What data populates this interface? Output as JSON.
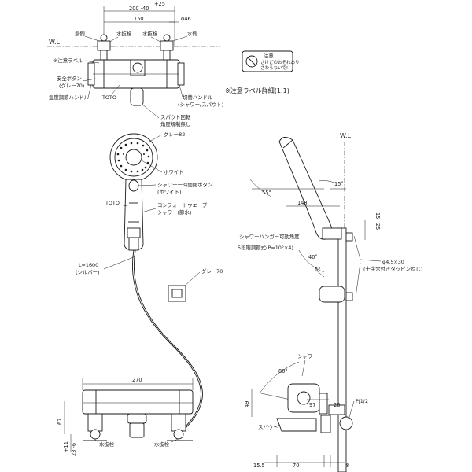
{
  "top_view": {
    "dim_offset": "+25",
    "dim_range": "200 -40",
    "dim_150": "150",
    "dim_phi46": "φ46",
    "wl": "W.L",
    "hot_side": "湯側",
    "water_stop_1": "水抜栓",
    "water_stop_2": "水抜栓",
    "water_side": "水側",
    "caution_label": "※注意ラベル",
    "safety_button": "安全ボタン",
    "gray70": "(グレー70)",
    "temp_handle": "温度調節ハンドル",
    "toto": "TOTO",
    "switch_handle": "切替ハンドル",
    "switch_sub": "(シャワー/スパウト)",
    "spout_rotate": "スパウト回転",
    "angle_limit": "角度規制無し"
  },
  "label_detail": {
    "head": "注意",
    "line1": "さけどのおそれあり",
    "line2": "さわらないで!",
    "caption": "※注意ラベル詳細(1:1)"
  },
  "shower_view": {
    "gray82": "グレー82",
    "white": "ホワイト",
    "stop_button": "シャワー一時開閉ボタン",
    "stop_button_sub": "(ホワイト)",
    "toto": "TOTO",
    "comfort": "コンフォートウエーブ",
    "comfort_sub": "シャワー(節水)",
    "hose_len": "L=1600",
    "silver": "(シルバー)",
    "gray70": "グレー70"
  },
  "side_view": {
    "wl": "W.L",
    "ang55": "55°",
    "ang15": "15°",
    "dim148": "148",
    "dim15_25": "15~25",
    "hanger_angle": "シャワーハンガー可動角度",
    "hanger_steps": "5段階調節式(P=10°×4)",
    "ang40": "40°",
    "ang5": "5°",
    "screw": "φ4.5×30",
    "screw_sub": "(十字穴付きタッピンねじ)"
  },
  "front_view": {
    "dim270": "270",
    "dim67": "67",
    "dim11": "+11",
    "dim23": "23 -6",
    "water_stop_1": "水抜栓",
    "water_stop_2": "水抜栓"
  },
  "faucet_side": {
    "ang80": "80°",
    "shower": "シャワー",
    "dim49": "49",
    "dim97": "97",
    "dim20": "20",
    "pj": "PJ1/2",
    "spout": "スパウト",
    "dim15_5": "15.5",
    "dim70": "70",
    "dim8": "8"
  }
}
